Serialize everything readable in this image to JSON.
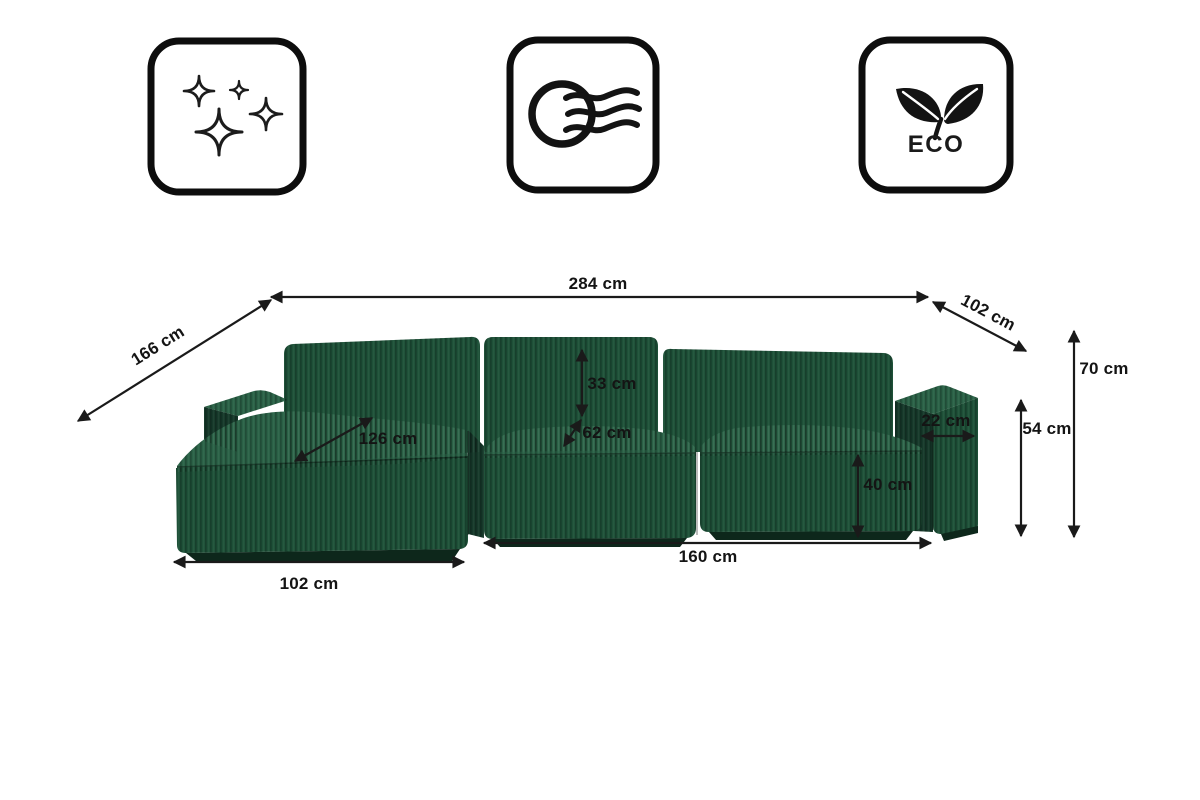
{
  "feature_icons": [
    {
      "name": "sparkles-icon",
      "label": ""
    },
    {
      "name": "airflow-icon",
      "label": ""
    },
    {
      "name": "eco-leaf-icon",
      "label": "ECO"
    }
  ],
  "dimensions": {
    "total_width": "284 cm",
    "chaise_side_depth": "166 cm",
    "right_side_depth": "102 cm",
    "total_height": "70 cm",
    "armrest_height": "54 cm",
    "backrest_height": "33 cm",
    "seat_depth": "62 cm",
    "armrest_width": "22 cm",
    "seat_height": "40 cm",
    "chaise_length": "126 cm",
    "seat_front_width": "160 cm",
    "chaise_front_width": "102 cm"
  },
  "sofa": {
    "colors": {
      "top": "#2a6146",
      "front": "#1e5138",
      "dark": "#16392a",
      "shadow": "#0d271b"
    }
  },
  "line_color": "#1a1a1a",
  "icon_stroke_color": "#131313"
}
